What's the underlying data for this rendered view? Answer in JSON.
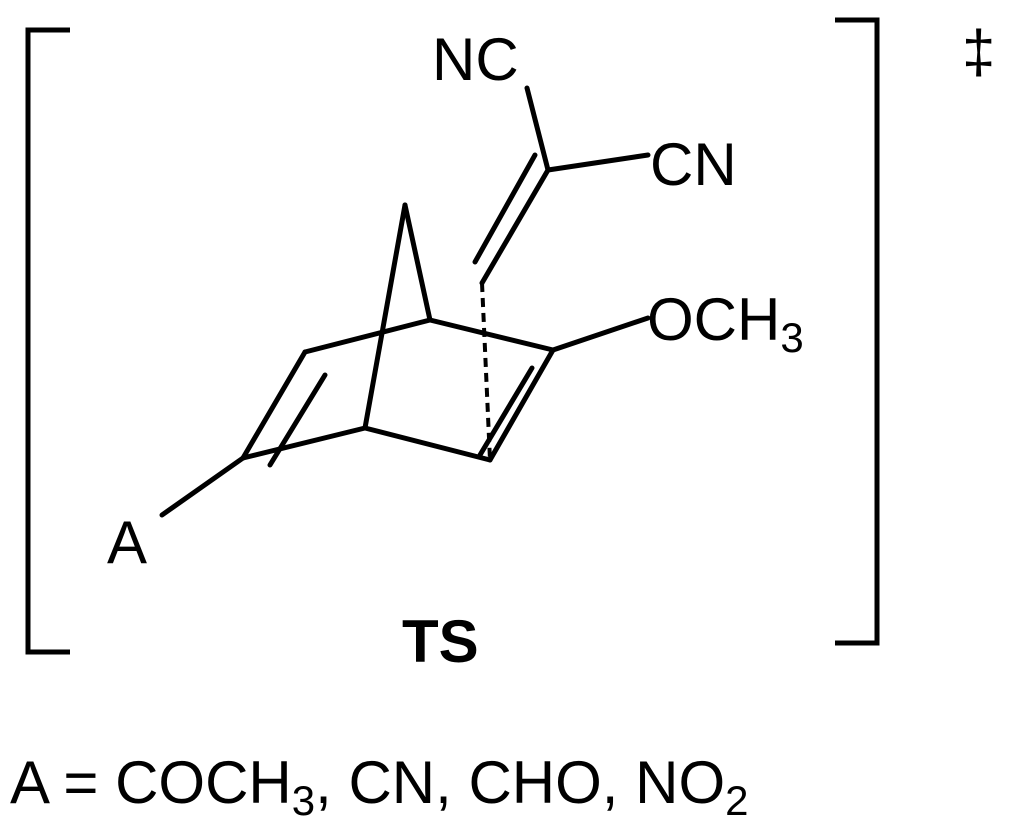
{
  "structure": {
    "labels": {
      "nc_top": "NC",
      "cn_right": "CN",
      "och3_main": "OCH",
      "och3_sub": "3",
      "substituent": "A",
      "ts": "TS",
      "dagger": "‡"
    }
  },
  "footnote": {
    "prefix": "A = COCH",
    "sub1": "3",
    "mid": ", CN, CHO, NO",
    "sub2": "2"
  }
}
